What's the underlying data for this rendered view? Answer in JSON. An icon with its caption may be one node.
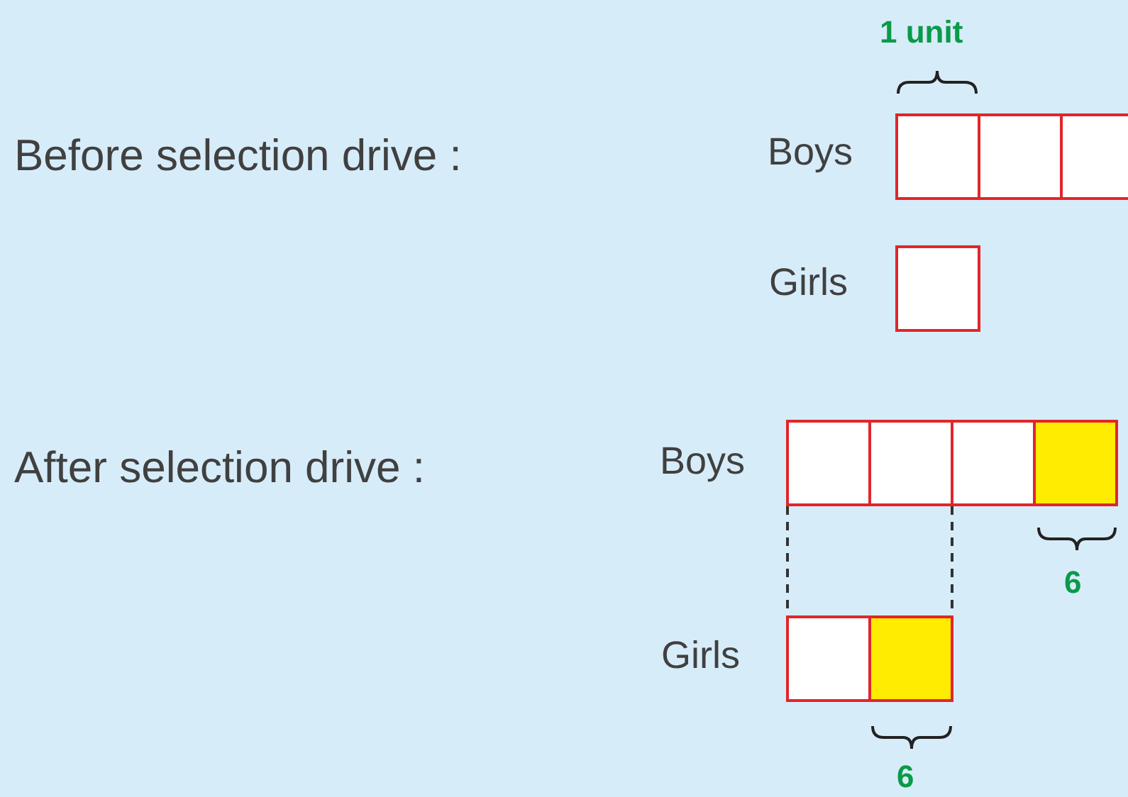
{
  "diagram": {
    "nodes": [
      {
        "text": [],
        "shape": "box"
      },
      {
        "text": [],
        "shape": "box"
      },
      {
        "text": [],
        "shape": "box"
      },
      {
        "text": [],
        "shape": "box"
      },
      {
        "text": [],
        "shape": "box"
      },
      {
        "text": [],
        "shape": "box"
      },
      {
        "text": [],
        "shape": "box"
      },
      {
        "text": [],
        "shape": "box"
      },
      {
        "text": [],
        "shape": "box"
      },
      {
        "text": [],
        "shape": "box"
      }
    ],
    "edges": [
      {
        "from": 4,
        "to": 8,
        "arrow": "none",
        "style": "dashed"
      },
      {
        "from": 5,
        "to": 9,
        "arrow": "none",
        "style": "dashed"
      }
    ],
    "labels": [
      "1 unit",
      "Before selection drive :",
      "Boys",
      "Girls",
      "After selection drive :",
      "Boys",
      "6",
      "Girls",
      "6"
    ]
  }
}
